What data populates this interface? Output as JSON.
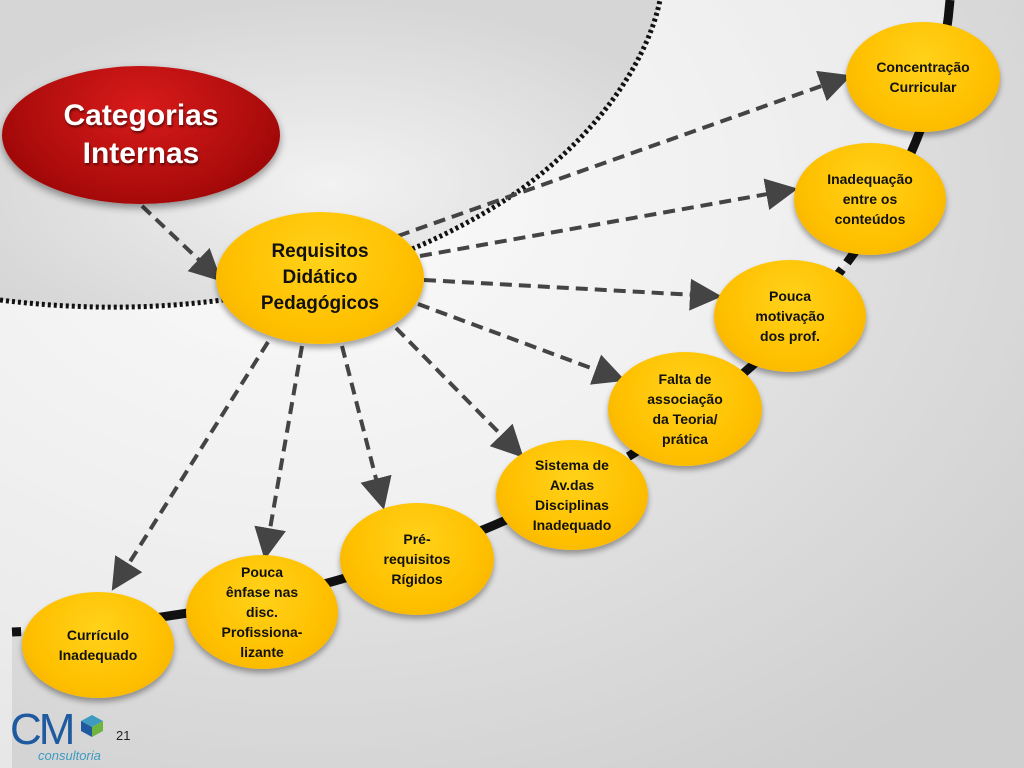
{
  "category": "Categorias\nInternas",
  "center": "Requisitos\nDidático\nPedagógicos",
  "outcomes": [
    "Concentração\nCurricular",
    "Inadequação\nentre os\nconteúdos",
    "Pouca\nmotivação\ndos prof.",
    "Falta de\nassociação\nda Teoria/\nprática",
    "Sistema de\nAv.das\nDisciplinas\nInadequado",
    "Pré-\nrequisitos\nRígidos",
    "Pouca\nênfase nas\ndisc.\nProfissiona-\nlizante",
    "Currículo\nInadequado"
  ],
  "footer": {
    "logo_mark": "CM",
    "logo_sub": "consultoria",
    "page_number": "21"
  },
  "colors": {
    "node": "#ffc000",
    "category": "#b20e0e",
    "arrow": "#444444"
  }
}
